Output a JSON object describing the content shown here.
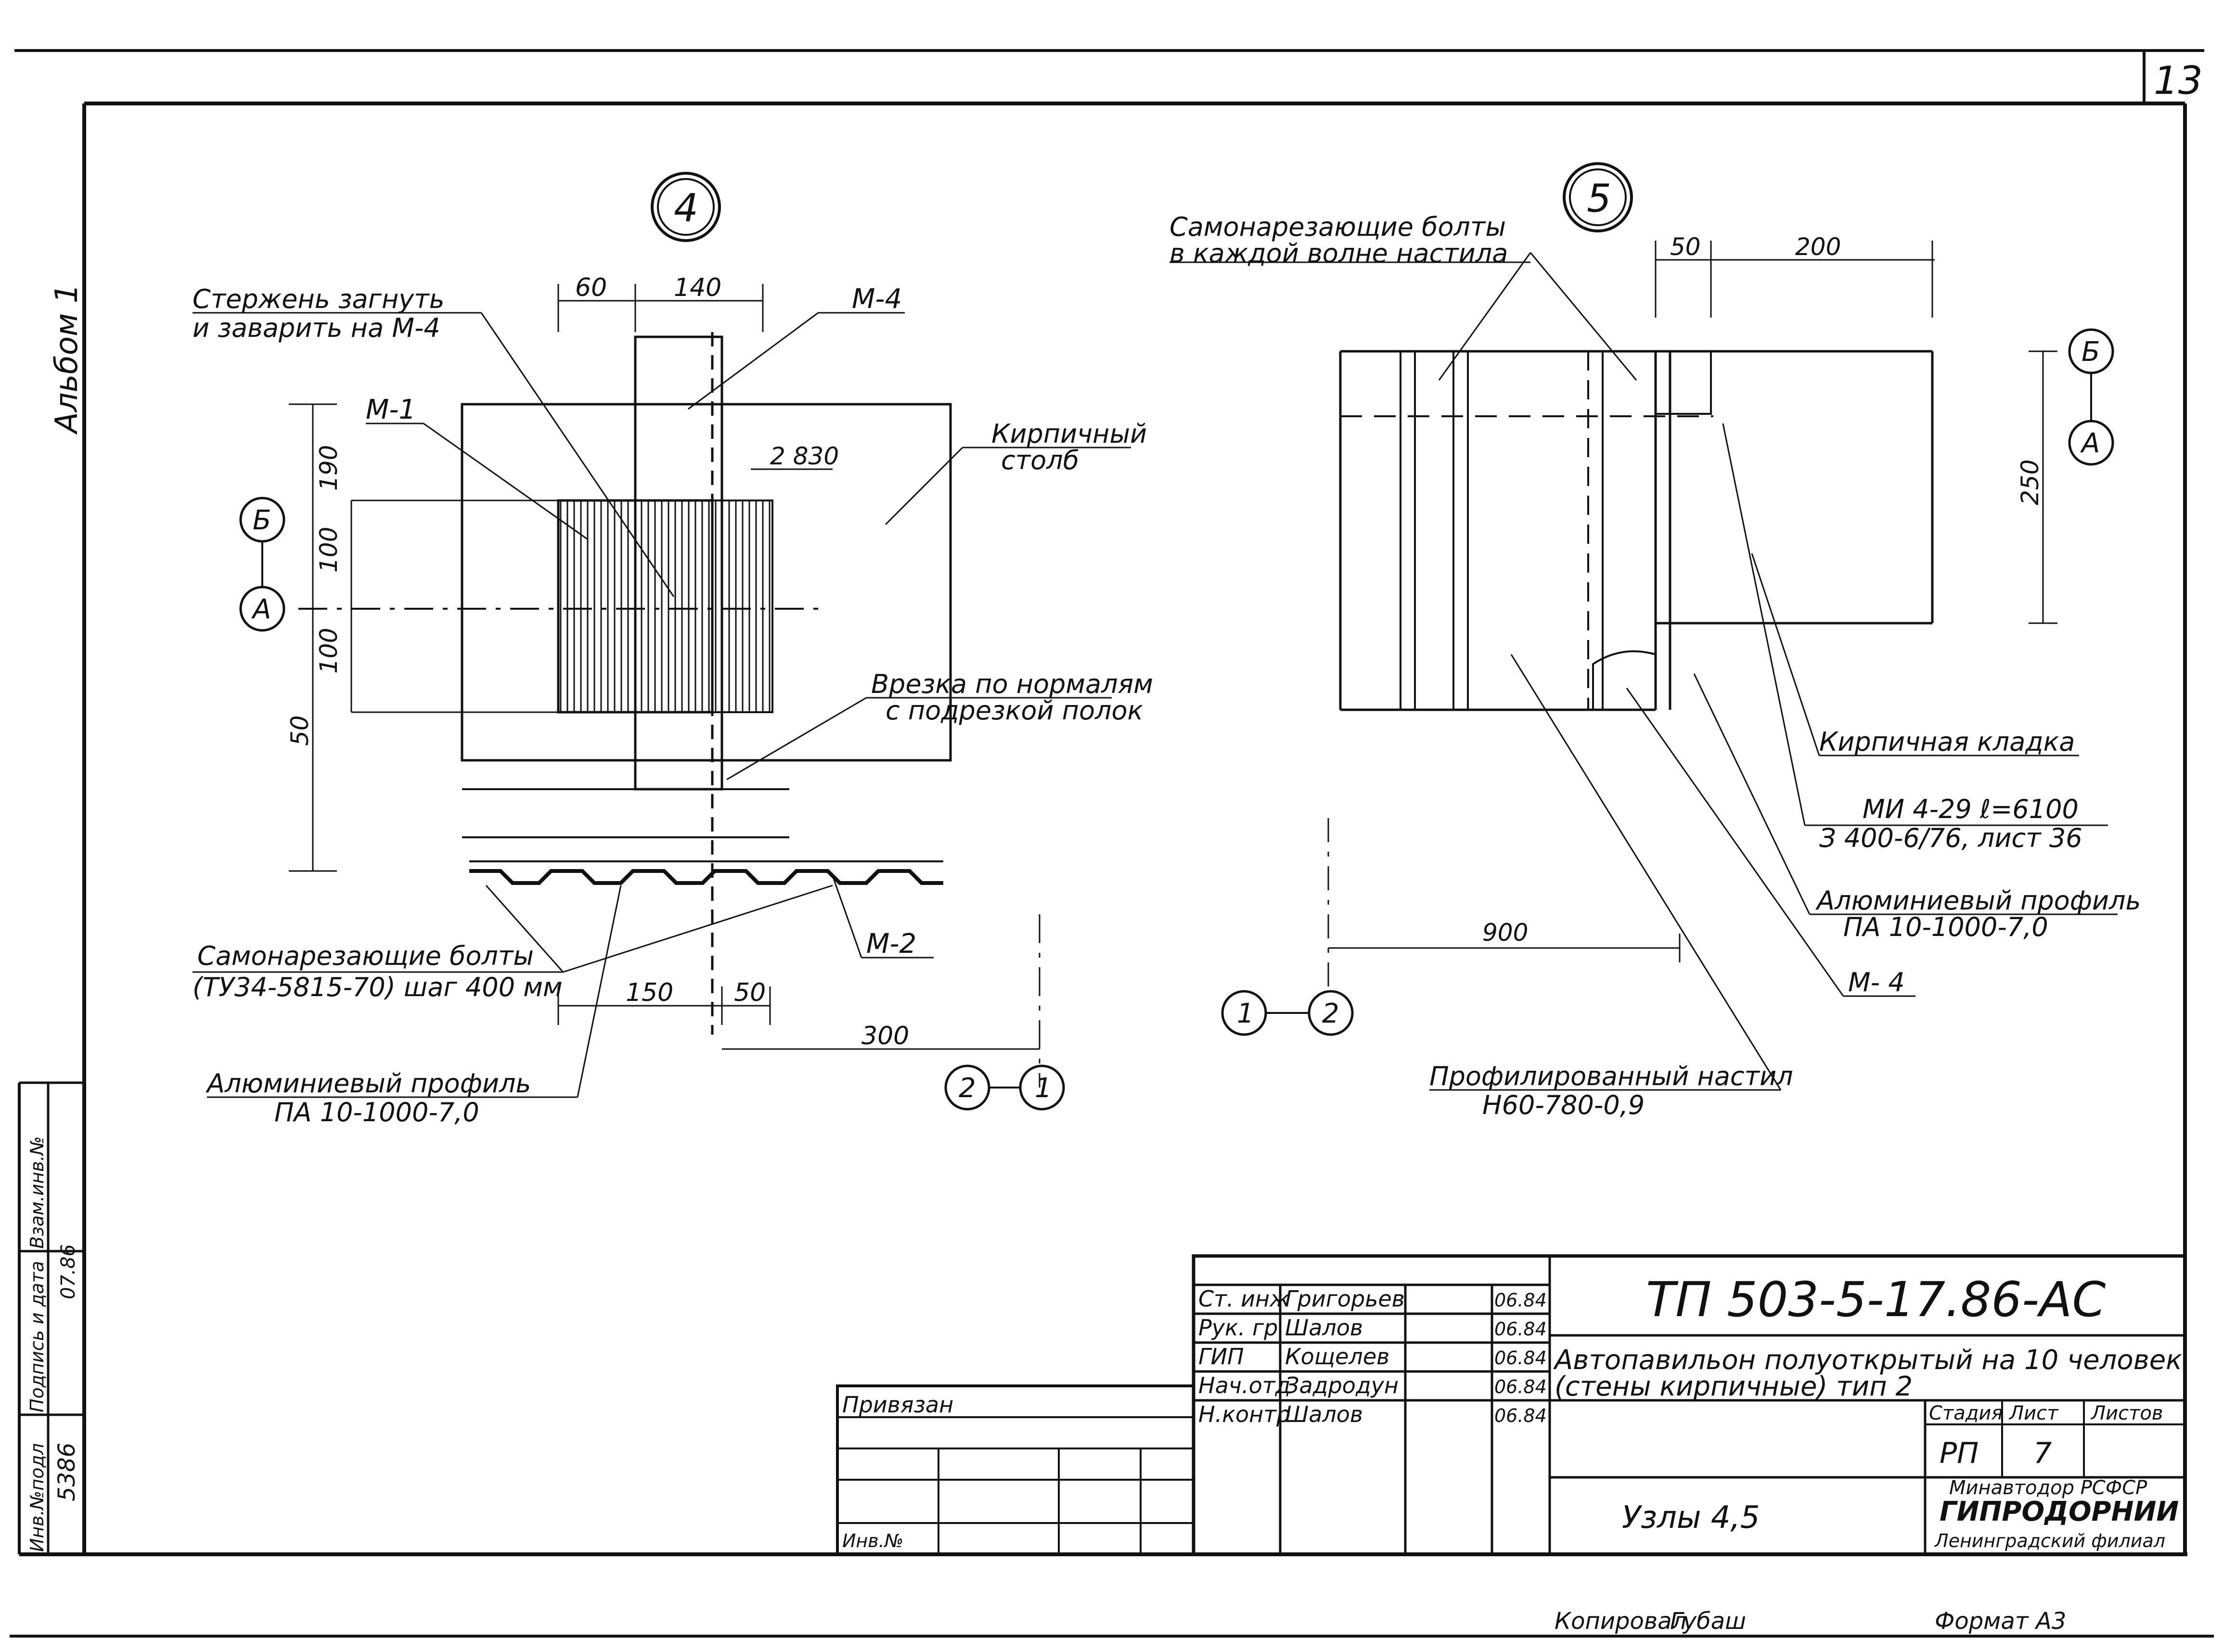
{
  "sheet": {
    "sheet_corner_number": "13",
    "album": "Альбом 1"
  },
  "node4": {
    "number": "4",
    "labels": {
      "rod": "Стержень загнуть",
      "rod2": "и заварить на М-4",
      "m1": "М-1",
      "m4": "М-4",
      "brick_column": "Кирпичный",
      "brick_column2": "столб",
      "mark_2830": "2 830",
      "cut": "Врезка по нормалям",
      "cut2": "с подрезкой полок",
      "m2": "М-2",
      "bolts": "Самонарезающие болты",
      "bolts2": "(ТУ34-5815-70) шаг 400 мм",
      "profile": "Алюминиевый профиль",
      "profile2": "ПА 10-1000-7,0"
    },
    "dims": {
      "d60": "60",
      "d140": "140",
      "d190": "190",
      "d100a": "100",
      "d100b": "100",
      "d50v": "50",
      "d150": "150",
      "d50h": "50",
      "d300": "300"
    },
    "markers": {
      "b": "Б",
      "a": "А",
      "two": "2",
      "one": "1"
    }
  },
  "node5": {
    "number": "5",
    "labels": {
      "bolts": "Самонарезающие болты",
      "bolts2": "в каждой волне настила",
      "brick_masonry": "Кирпичная кладка",
      "mi": "МИ 4-29   ℓ=6100",
      "mi2": "З 400-6/76,  лист 36",
      "profile": "Алюминиевый профиль",
      "profile2": "ПА 10-1000-7,0",
      "m4": "М- 4",
      "deck": "Профилированный настил",
      "deck2": "Н60-780-0,9"
    },
    "dims": {
      "d50": "50",
      "d200": "200",
      "d250": "250",
      "d900": "900"
    },
    "markers": {
      "b": "Б",
      "a": "А",
      "one": "1",
      "two": "2"
    }
  },
  "side_stamp": {
    "inv_podl": "Инв.№подл",
    "inv_value": "5386",
    "sign_date": "Подпись и дата",
    "sign_value": "07.86",
    "vzam": "Взам.инв.№"
  },
  "title_block": {
    "code": "ТП 503-5-17.86-АС",
    "title_line1": "Автопавильон полуоткрытый на 10 человек",
    "title_line2": "(стены кирпичные) тип 2",
    "sheet_title": "Узлы 4,5",
    "roles": [
      {
        "role": "Ст. инж",
        "name": "Григорьев",
        "date": "06.84"
      },
      {
        "role": "Рук. гр",
        "name": "Шалов",
        "date": "06.84"
      },
      {
        "role": "ГИП",
        "name": "Кощелев",
        "date": "06.84"
      },
      {
        "role": "Нач.отд",
        "name": "Задродун",
        "date": "06.84"
      },
      {
        "role": "Н.контр",
        "name": "Шалов",
        "date": "06.84"
      }
    ],
    "stage_header": "Стадия",
    "sheet_header": "Лист",
    "sheets_header": "Листов",
    "stage": "РП",
    "sheet_no": "7",
    "org1": "Минавтодор РСФСР",
    "org2": "ГИПРОДОРНИИ",
    "org3": "Ленинградский филиал",
    "tied": "Привязан",
    "inv_no": "Инв.№"
  },
  "footer": {
    "copied": "Копировал",
    "copied_by": "Губаш",
    "format": "Формат А3"
  }
}
